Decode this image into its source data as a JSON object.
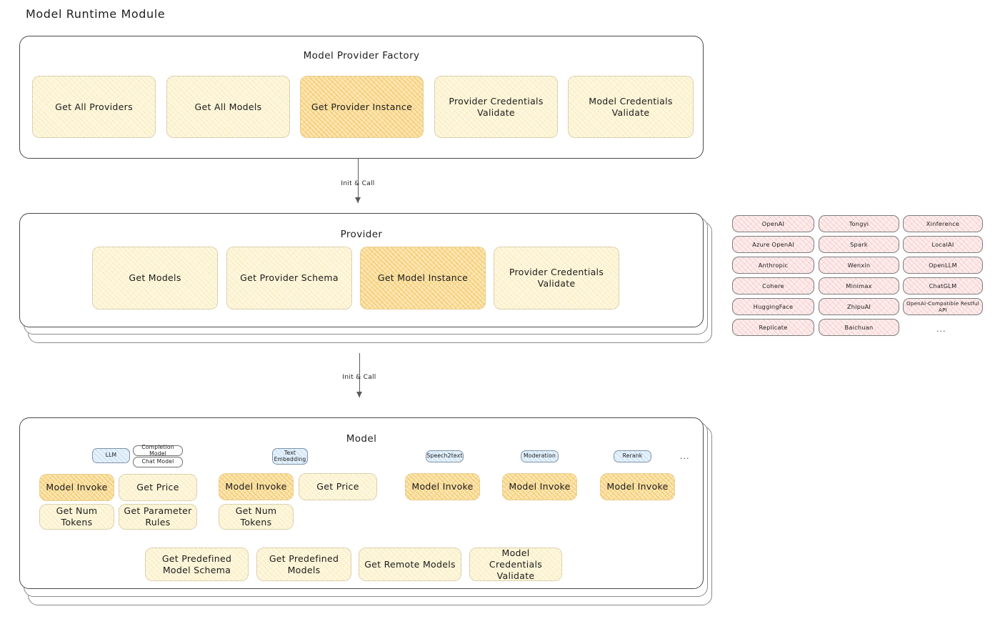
{
  "page": {
    "title": "Model Runtime Module"
  },
  "factory": {
    "title": "Model Provider Factory",
    "nodes": [
      {
        "label": "Get All Providers",
        "highlight": false
      },
      {
        "label": "Get All Models",
        "highlight": false
      },
      {
        "label": "Get Provider Instance",
        "highlight": true
      },
      {
        "label": "Provider Credentials Validate",
        "highlight": false
      },
      {
        "label": "Model Credentials Validate",
        "highlight": false
      }
    ]
  },
  "arrows": [
    {
      "label": "Init & Call"
    },
    {
      "label": "Init & Call"
    }
  ],
  "provider": {
    "title": "Provider",
    "nodes": [
      {
        "label": "Get Models",
        "highlight": false
      },
      {
        "label": "Get Provider Schema",
        "highlight": false
      },
      {
        "label": "Get Model Instance",
        "highlight": true
      },
      {
        "label": "Provider Credentials Validate",
        "highlight": false
      }
    ]
  },
  "provider_list": {
    "columns": [
      [
        "OpenAI",
        "Azure OpenAI",
        "Anthropic",
        "Cohere",
        "HuggingFace",
        "Replicate"
      ],
      [
        "Tongyi",
        "Spark",
        "Wenxin",
        "Minimax",
        "ZhipuAI",
        "Baichuan"
      ],
      [
        "Xinference",
        "LocalAI",
        "OpenLLM",
        "ChatGLM",
        "OpenAI-Compatible Restful API"
      ]
    ],
    "more": "..."
  },
  "model": {
    "title": "Model",
    "more": "...",
    "types": [
      {
        "name": "LLM",
        "subtags": [
          "Completion Model",
          "Chat Model"
        ],
        "methods": [
          {
            "label": "Model Invoke",
            "highlight": true
          },
          {
            "label": "Get Price",
            "highlight": false
          },
          {
            "label": "Get Num Tokens",
            "highlight": false
          },
          {
            "label": "Get Parameter Rules",
            "highlight": false
          }
        ]
      },
      {
        "name": "Text Embedding",
        "subtags": [],
        "methods": [
          {
            "label": "Model Invoke",
            "highlight": true
          },
          {
            "label": "Get Price",
            "highlight": false
          },
          {
            "label": "Get Num Tokens",
            "highlight": false
          }
        ]
      },
      {
        "name": "Speech2text",
        "subtags": [],
        "methods": [
          {
            "label": "Model Invoke",
            "highlight": true
          }
        ]
      },
      {
        "name": "Moderation",
        "subtags": [],
        "methods": [
          {
            "label": "Model Invoke",
            "highlight": true
          }
        ]
      },
      {
        "name": "Rerank",
        "subtags": [],
        "methods": [
          {
            "label": "Model Invoke",
            "highlight": true
          }
        ]
      }
    ],
    "shared_methods": [
      {
        "label": "Get Predefined Model Schema"
      },
      {
        "label": "Get Predefined Models"
      },
      {
        "label": "Get Remote Models"
      },
      {
        "label": "Model Credentials Validate"
      }
    ]
  },
  "colors": {
    "node_light": "#fdf7e0",
    "node_highlight": "#fbe6b2",
    "provider_pill": "#fdecec",
    "type_tag": "#e5f1fb",
    "stroke": "#4a4a4a",
    "background": "#ffffff"
  }
}
